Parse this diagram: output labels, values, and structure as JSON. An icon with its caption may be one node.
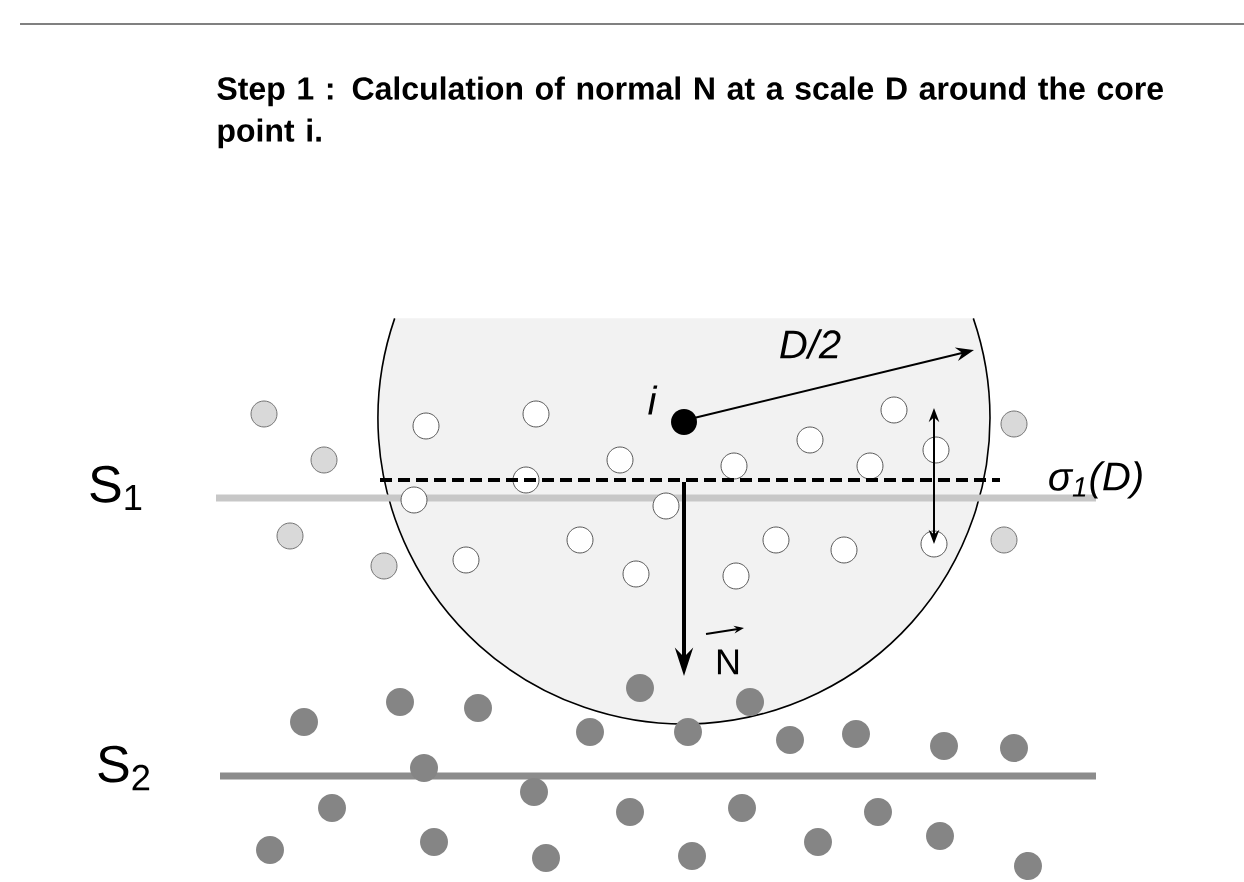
{
  "diagram": {
    "title": "Step 1 : Calculation of normal N at a scale D around the core point i.",
    "labels": [
      "D/2",
      "i",
      "S$_{1}$",
      "σ$_{1}$(D)",
      "N",
      "S$_{2}$"
    ]
  }
}
